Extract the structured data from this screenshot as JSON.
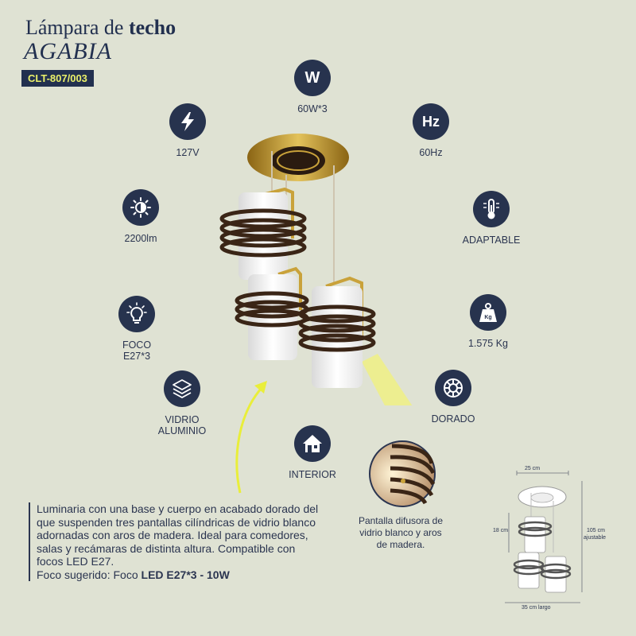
{
  "header": {
    "title_pre": "Lámpara de ",
    "title_bold": "techo",
    "model": "AGABIA",
    "code": "CLT-807/003"
  },
  "features": {
    "watts": {
      "icon": "watt-icon",
      "glyph": "W",
      "label": "60W*3"
    },
    "voltage": {
      "icon": "lightning-icon",
      "label": "127V"
    },
    "frequency": {
      "icon": "hertz-icon",
      "glyph": "Hz",
      "label": "60Hz"
    },
    "lumens": {
      "icon": "brightness-icon",
      "label": "2200lm"
    },
    "temperature": {
      "icon": "thermometer-icon",
      "label": "ADAPTABLE"
    },
    "bulb": {
      "icon": "bulb-icon",
      "label_line1": "FOCO",
      "label_line2": "E27*3"
    },
    "weight": {
      "icon": "weight-icon",
      "glyph": "Kg",
      "label": "1.575 Kg"
    },
    "material": {
      "icon": "layers-icon",
      "label_line1": "VIDRIO",
      "label_line2": "ALUMINIO"
    },
    "finish": {
      "icon": "finish-icon",
      "label": "DORADO"
    },
    "usage": {
      "icon": "house-icon",
      "label": "INTERIOR"
    }
  },
  "description": {
    "text": "Luminaria con una base y cuerpo en acabado dorado del que suspenden tres pantallas cilíndricas de vidrio blanco adornadas con aros de madera. Ideal para comedores, salas y recámaras de distinta altura. Compatible con focos LED E27.",
    "focus_prefix": "Foco sugerido:  Foco ",
    "focus_bold": "LED E27*3 - 10W"
  },
  "detail_caption": "Pantalla difusora de vidrio blanco y aros de madera.",
  "dimensions": {
    "width": "25 cm",
    "segment": "18 cm",
    "height": "105 cm",
    "height_note": "ajustable",
    "length": "35 cm largo"
  },
  "colors": {
    "navy": "#27334e",
    "background": "#dfe2d3",
    "accent": "#eaf06a",
    "gold": "#c9a23a",
    "wood": "#3a2516"
  }
}
